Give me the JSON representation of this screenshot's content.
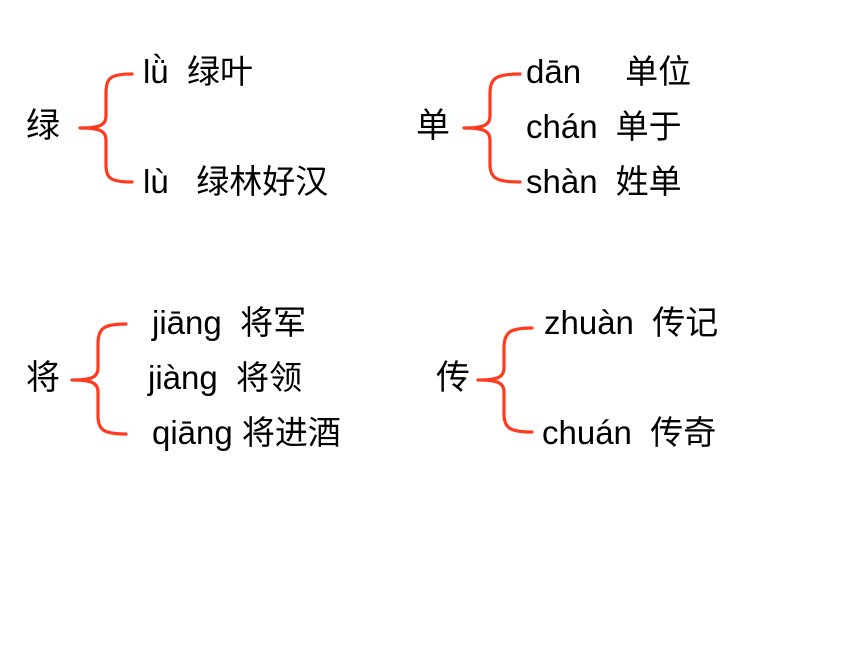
{
  "groups": [
    {
      "char": "绿",
      "readings": [
        {
          "pinyin": "lǜ",
          "word": "绿叶"
        },
        {
          "pinyin": "lù",
          "word": "绿林好汉"
        }
      ]
    },
    {
      "char": "单",
      "readings": [
        {
          "pinyin": "dān",
          "word": "单位"
        },
        {
          "pinyin": "chán",
          "word": "单于"
        },
        {
          "pinyin": "shàn",
          "word": "姓单"
        }
      ]
    },
    {
      "char": "将",
      "readings": [
        {
          "pinyin": "jiāng",
          "word": "将军"
        },
        {
          "pinyin": "jiàng",
          "word": "将领"
        },
        {
          "pinyin": "qiāng",
          "word": "将进酒"
        }
      ]
    },
    {
      "char": "传",
      "readings": [
        {
          "pinyin": "zhuàn",
          "word": "传记"
        },
        {
          "pinyin": "chuán",
          "word": "传奇"
        }
      ]
    }
  ],
  "colors": {
    "brace": "#ff3b1f",
    "text": "#000000",
    "background": "#ffffff"
  }
}
